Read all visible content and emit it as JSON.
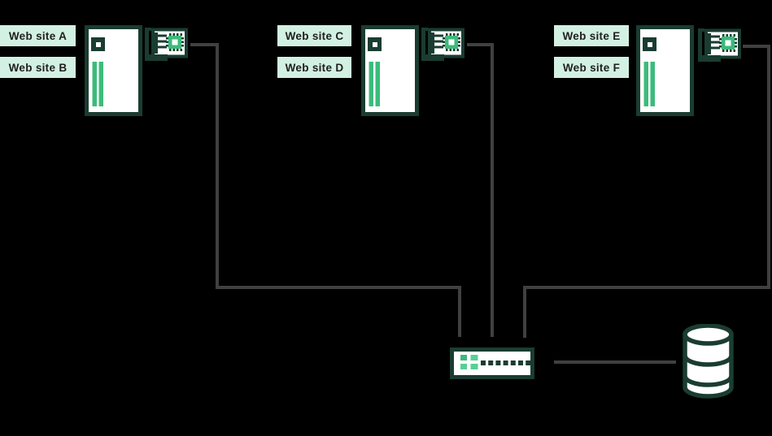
{
  "diagram": {
    "colors": {
      "background": "#000000",
      "dark": "#1A3C31",
      "green": "#3CBB7B",
      "green-light": "#57D094",
      "mint": "#D2F1E2",
      "text": "#202020",
      "line": "#404040"
    },
    "groups": [
      {
        "labels": [
          "Web site A",
          "Web site B"
        ],
        "server_icon": "server-tower-icon",
        "nic_icon": "network-card-icon"
      },
      {
        "labels": [
          "Web site C",
          "Web site D"
        ],
        "server_icon": "server-tower-icon",
        "nic_icon": "network-card-icon"
      },
      {
        "labels": [
          "Web site E",
          "Web site F"
        ],
        "server_icon": "server-tower-icon",
        "nic_icon": "network-card-icon"
      }
    ],
    "devices": {
      "switch_icon": "network-switch-icon",
      "database_icon": "database-icon"
    }
  }
}
